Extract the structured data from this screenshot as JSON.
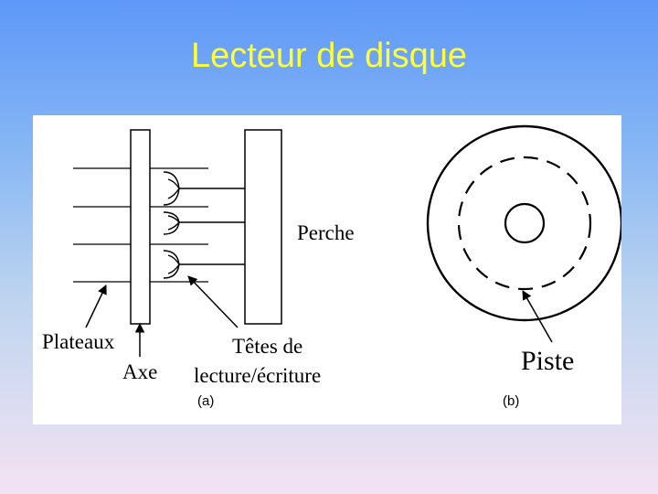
{
  "slide": {
    "title": "Lecteur de disque"
  },
  "diagram": {
    "labels": {
      "perche": "Perche",
      "plateaux": "Plateaux",
      "axe": "Axe",
      "tetes_line1": "Têtes de",
      "tetes_line2": "lecture/écriture",
      "piste": "Piste"
    },
    "subfigures": {
      "a": "(a)",
      "b": "(b)"
    }
  }
}
